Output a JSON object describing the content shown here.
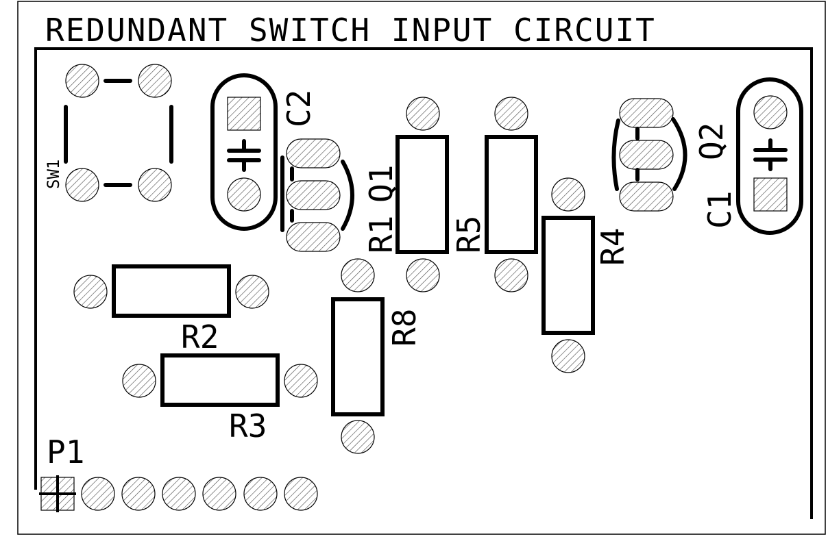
{
  "title": "REDUNDANT SWITCH INPUT CIRCUIT",
  "colors": {
    "silkscreen": "#000000",
    "background": "#ffffff",
    "pad_hatch": "#555555"
  },
  "labels": {
    "sw1": "SW1",
    "c2": "C2",
    "c1": "C1",
    "q1": "Q1",
    "q2": "Q2",
    "r1": "R1",
    "r2": "R2",
    "r3": "R3",
    "r4": "R4",
    "r5": "R5",
    "r8": "R8",
    "p1": "P1"
  }
}
